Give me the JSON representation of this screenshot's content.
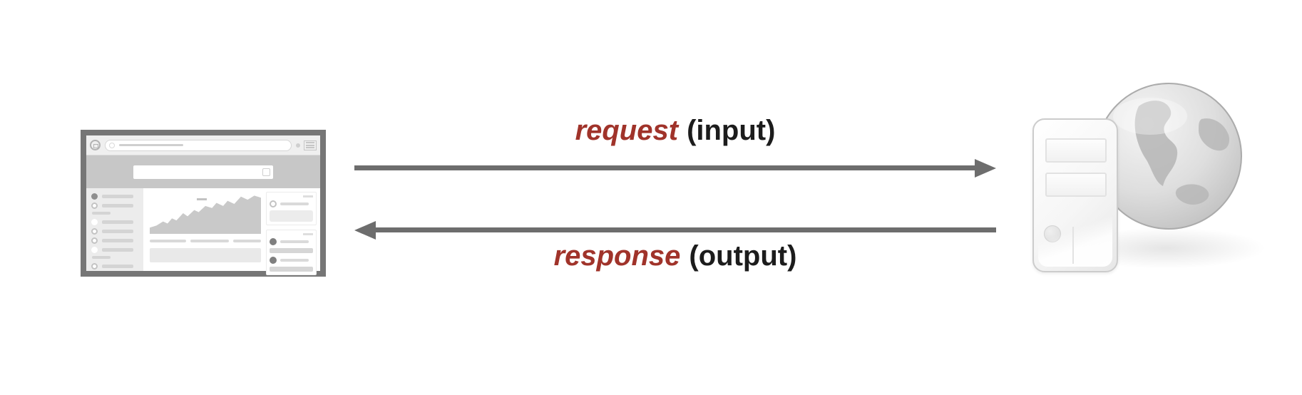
{
  "labels": {
    "request": {
      "keyword": "request",
      "annotation": "(input)"
    },
    "response": {
      "keyword": "response",
      "annotation": "(output)"
    }
  },
  "colors": {
    "keyword-red": "#a0332a",
    "annotation-black": "#1c1c1c",
    "arrow-gray": "#6d6d6d",
    "frame-gray": "#767676"
  },
  "icons": {
    "client": "browser-window-icon",
    "server": "server-tower-icon",
    "globe": "globe-icon",
    "home": "home-icon",
    "search": "magnifier-icon",
    "menu": "menu-icon"
  }
}
